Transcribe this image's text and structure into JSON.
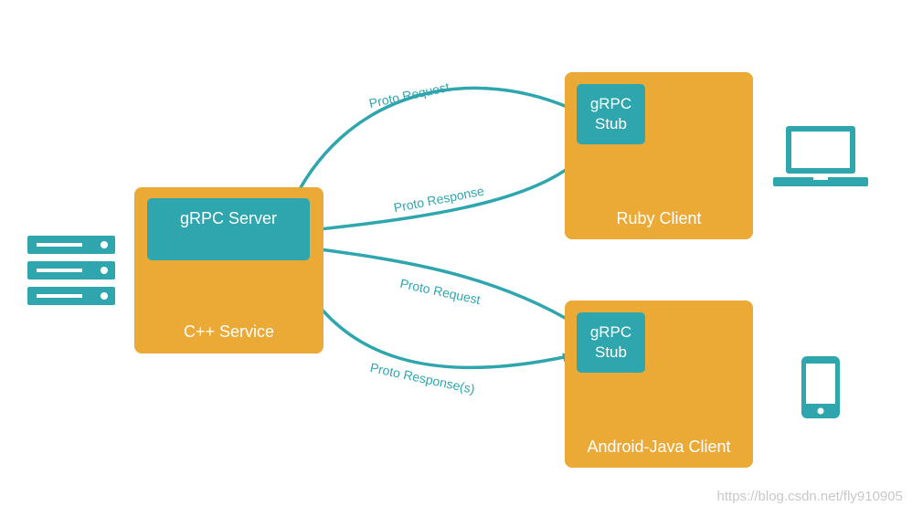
{
  "colors": {
    "orange": "#EBA935",
    "teal": "#2FA6AE",
    "white": "#FFFFFF"
  },
  "server": {
    "inner_label": "gRPC Server",
    "label": "C++ Service",
    "icon": "server-rack-icon"
  },
  "ruby": {
    "stub_line1": "gRPC",
    "stub_line2": "Stub",
    "label": "Ruby Client",
    "icon": "laptop-icon"
  },
  "android": {
    "stub_line1": "gRPC",
    "stub_line2": "Stub",
    "label": "Android-Java Client",
    "icon": "phone-icon"
  },
  "edges": {
    "ruby_request": "Proto Request",
    "ruby_response": "Proto Response",
    "android_request": "Proto Request",
    "android_response": "Proto Response(s)"
  },
  "watermark": "https://blog.csdn.net/fly910905"
}
